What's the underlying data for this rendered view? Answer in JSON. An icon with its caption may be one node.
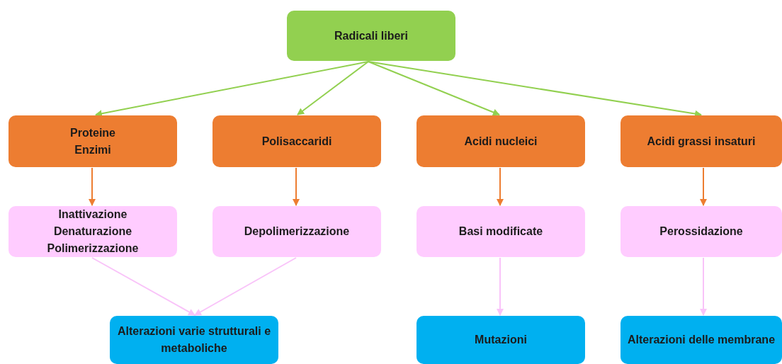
{
  "diagram": {
    "nodes": [
      {
        "text": [
          "Radicali liberi"
        ]
      },
      {
        "text": [
          "Proteine",
          "Enzimi"
        ]
      },
      {
        "text": [
          "Polisaccaridi"
        ]
      },
      {
        "text": [
          "Acidi nucleici"
        ]
      },
      {
        "text": [
          "Acidi grassi insaturi"
        ]
      },
      {
        "text": [
          "Inattivazione",
          "Denaturazione",
          "Polimerizzazione"
        ]
      },
      {
        "text": [
          "Depolimerizzazione"
        ]
      },
      {
        "text": [
          "Basi modificate"
        ]
      },
      {
        "text": [
          "Perossidazione"
        ]
      },
      {
        "text": [
          "Alterazioni varie strutturali e metaboliche"
        ]
      },
      {
        "text": [
          "Mutazioni"
        ]
      },
      {
        "text": [
          "Alterazioni delle membrane"
        ]
      }
    ],
    "edges": [
      {
        "from": 0,
        "to": 1,
        "arrow": "to"
      },
      {
        "from": 0,
        "to": 2,
        "arrow": "to"
      },
      {
        "from": 0,
        "to": 3,
        "arrow": "to"
      },
      {
        "from": 0,
        "to": 4,
        "arrow": "to"
      },
      {
        "from": 1,
        "to": 5,
        "arrow": "to",
        "color": "#ed7d31"
      },
      {
        "from": 2,
        "to": 6,
        "arrow": "to",
        "color": "#ed7d31"
      },
      {
        "from": 3,
        "to": 7,
        "arrow": "to",
        "color": "#ed7d31"
      },
      {
        "from": 4,
        "to": 8,
        "arrow": "to",
        "color": "#ed7d31"
      },
      {
        "from": 5,
        "to": 9,
        "arrow": "to",
        "color": "#f9c3f9"
      },
      {
        "from": 6,
        "to": 9,
        "arrow": "to",
        "color": "#f9c3f9"
      },
      {
        "from": 7,
        "to": 10,
        "arrow": "to",
        "color": "#f9c3f9"
      },
      {
        "from": 8,
        "to": 11,
        "arrow": "to",
        "color": "#f9c3f9"
      }
    ]
  }
}
